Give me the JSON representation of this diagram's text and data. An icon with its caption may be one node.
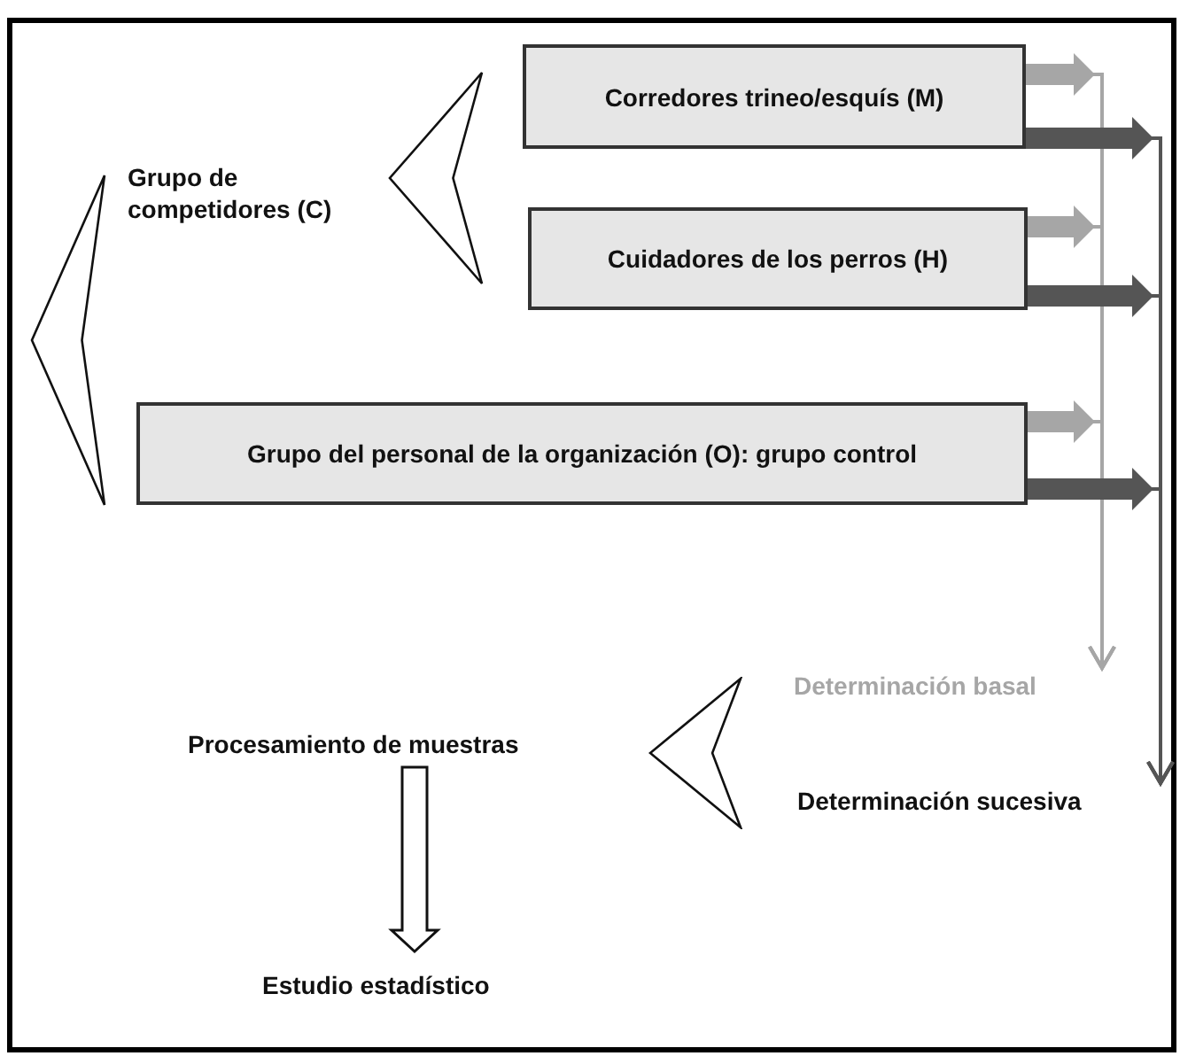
{
  "diagram": {
    "nodes": [
      {
        "text": [
          "Grupo de competidores (C)"
        ]
      },
      {
        "text": [
          "Corredores trineo/esquís (M)"
        ]
      },
      {
        "text": [
          "Cuidadores de los perros (H)"
        ]
      },
      {
        "text": [
          "Grupo del personal de la organización (O): grupo control"
        ]
      },
      {
        "text": [
          "Determinación basal"
        ]
      },
      {
        "text": [
          "Determinación sucesiva"
        ]
      },
      {
        "text": [
          "Procesamiento de muestras"
        ]
      },
      {
        "text": [
          "Estudio estadístico"
        ]
      },
      {
        "text": [],
        "shape": "chevron"
      },
      {
        "text": [],
        "shape": "chevron"
      },
      {
        "text": [],
        "shape": "chevron"
      }
    ],
    "edges": [
      {
        "from": 1,
        "to": 4,
        "arrow": "to",
        "color": "#a6a6a6"
      },
      {
        "from": 2,
        "to": 4,
        "arrow": "to",
        "color": "#a6a6a6"
      },
      {
        "from": 3,
        "to": 4,
        "arrow": "to",
        "color": "#a6a6a6"
      },
      {
        "from": 1,
        "to": 5,
        "arrow": "to",
        "color": "#555555"
      },
      {
        "from": 2,
        "to": 5,
        "arrow": "to",
        "color": "#555555"
      },
      {
        "from": 3,
        "to": 5,
        "arrow": "to",
        "color": "#555555"
      },
      {
        "from": 6,
        "to": 7,
        "arrow": "to",
        "style": "thick"
      }
    ]
  }
}
